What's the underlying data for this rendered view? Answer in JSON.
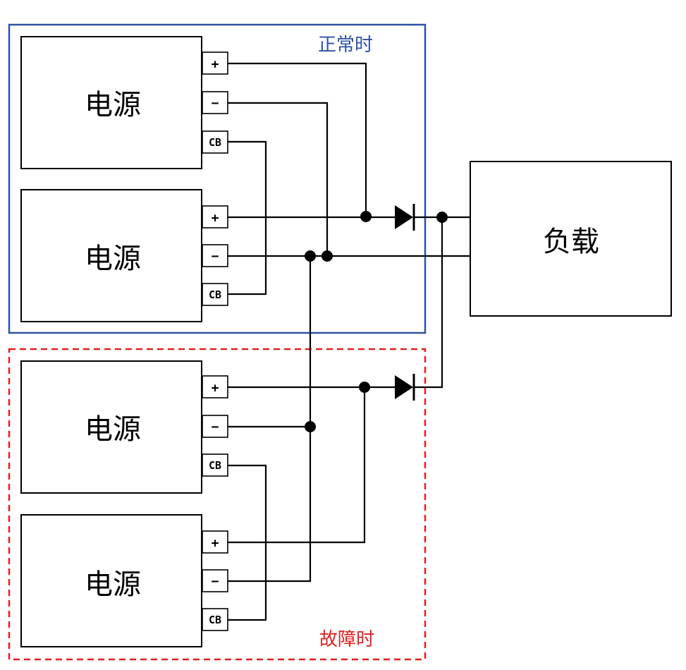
{
  "colors": {
    "normal_frame": "#2f52a0",
    "fault_frame": "#e02020",
    "wire": "#000000"
  },
  "groups": {
    "normal_label": "正常时",
    "fault_label": "故障时"
  },
  "power_supplies": [
    {
      "label": "电源",
      "terminals": {
        "plus": "+",
        "minus": "−",
        "cb": "CB"
      }
    },
    {
      "label": "电源",
      "terminals": {
        "plus": "+",
        "minus": "−",
        "cb": "CB"
      }
    },
    {
      "label": "电源",
      "terminals": {
        "plus": "+",
        "minus": "−",
        "cb": "CB"
      }
    },
    {
      "label": "电源",
      "terminals": {
        "plus": "+",
        "minus": "−",
        "cb": "CB"
      }
    }
  ],
  "load": {
    "label": "负载"
  }
}
